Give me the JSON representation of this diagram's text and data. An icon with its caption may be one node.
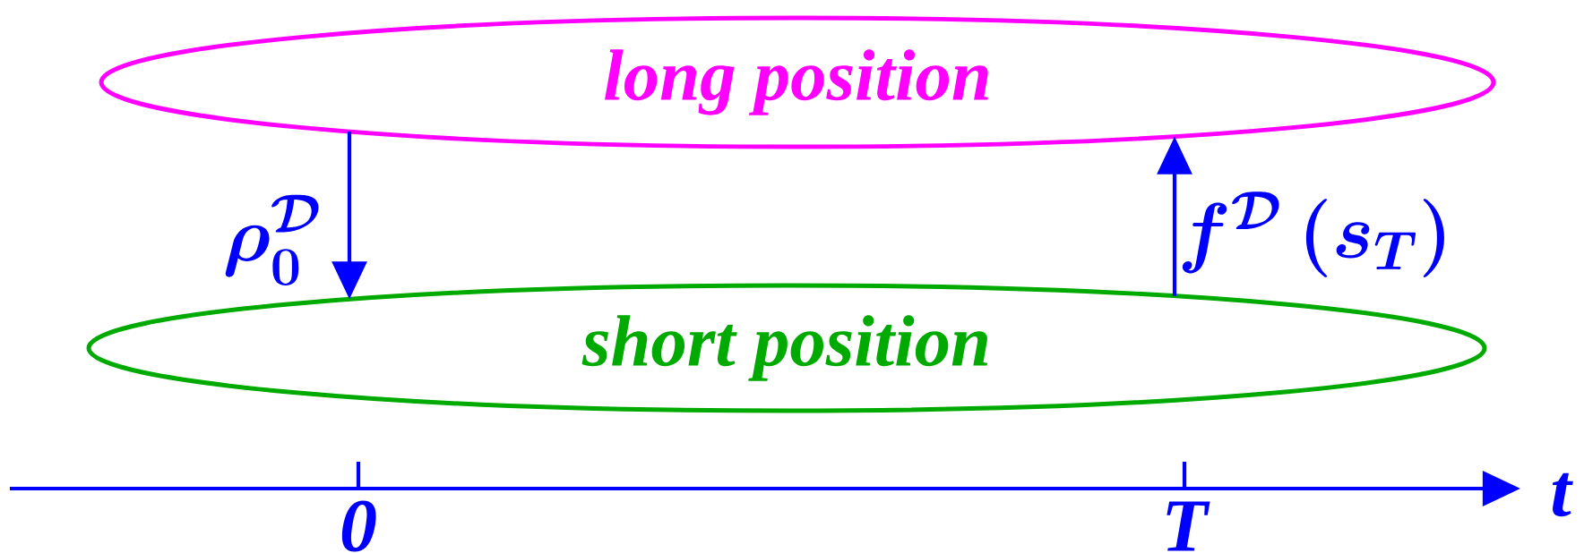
{
  "diagram": {
    "nodes": [
      {
        "text": [
          "long position"
        ]
      },
      {
        "text": [
          "short position"
        ]
      }
    ],
    "edges": [
      {
        "from": 0,
        "to": 1,
        "arrow": "to",
        "label": "\\rho_0^{\\mathcal{D}}"
      },
      {
        "from": 1,
        "to": 0,
        "arrow": "to",
        "label": "f^{\\mathcal{D}}\\left(s_T\\right)"
      }
    ],
    "labels": [
      "0",
      "T",
      "t"
    ]
  }
}
